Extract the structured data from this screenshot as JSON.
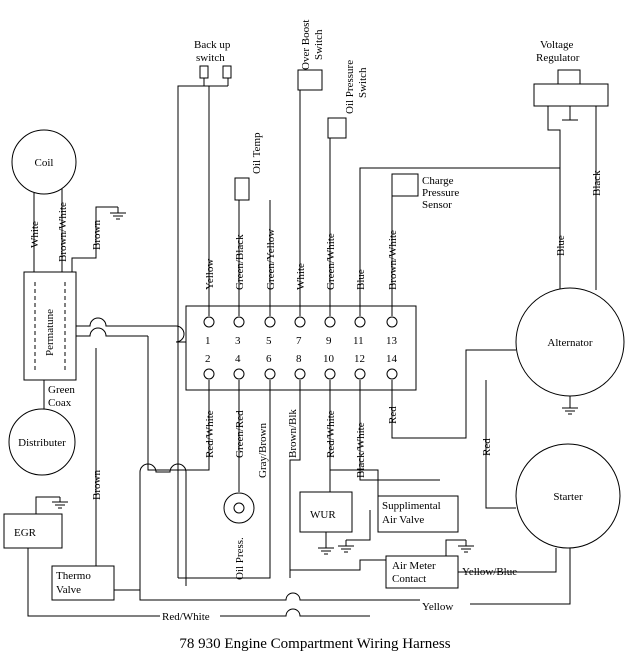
{
  "title": "78 930 Engine Compartment Wiring Harness",
  "components": {
    "coil": "Coil",
    "permatune": "Permatune",
    "distributer": "Distributer",
    "egr": "EGR",
    "thermo_valve_1": "Thermo",
    "thermo_valve_2": "Valve",
    "oil_press": "Oil Press.",
    "wur": "WUR",
    "supp_air_1": "Supplimental",
    "supp_air_2": "Air Valve",
    "air_meter_1": "Air Meter",
    "air_meter_2": "Contact",
    "alternator": "Alternator",
    "starter": "Starter",
    "voltage_reg_1": "Voltage",
    "voltage_reg_2": "Regulator",
    "backup_1": "Back up",
    "backup_2": "switch",
    "oil_temp": "Oil Temp",
    "over_boost_1": "Over Boost",
    "over_boost_2": "Switch",
    "oil_pressure_1": "Oil Pressure",
    "oil_pressure_2": "Switch",
    "charge_1": "Charge",
    "charge_2": "Pressure",
    "charge_3": "Sensor"
  },
  "wires": {
    "white": "White",
    "brown_white": "Brown/White",
    "brown": "Brown",
    "green_coax_1": "Green",
    "green_coax_2": "Coax",
    "brown_thermo": "Brown",
    "yellow": "Yellow",
    "green_black": "Green/Black",
    "green_yellow": "Green/Yellow",
    "white_7": "White",
    "green_white": "Green/White",
    "blue_11": "Blue",
    "brown_white_13": "Brown/White",
    "red_white_2": "Red/White",
    "green_red": "Green/Red",
    "gray_brown": "Gray/Brown",
    "brown_blk": "Brown/Blk",
    "red_white_10": "Red/White",
    "black_white": "Black/White",
    "red_14": "Red",
    "blue_reg": "Blue",
    "black_reg": "Black",
    "red_starter": "Red",
    "yellow_blue": "Yellow/Blue",
    "red_white_bottom": "Red/White",
    "yellow_bottom": "Yellow"
  },
  "pins": {
    "top": [
      "1",
      "3",
      "5",
      "7",
      "9",
      "11",
      "13"
    ],
    "bottom": [
      "2",
      "4",
      "6",
      "8",
      "10",
      "12",
      "14"
    ]
  }
}
